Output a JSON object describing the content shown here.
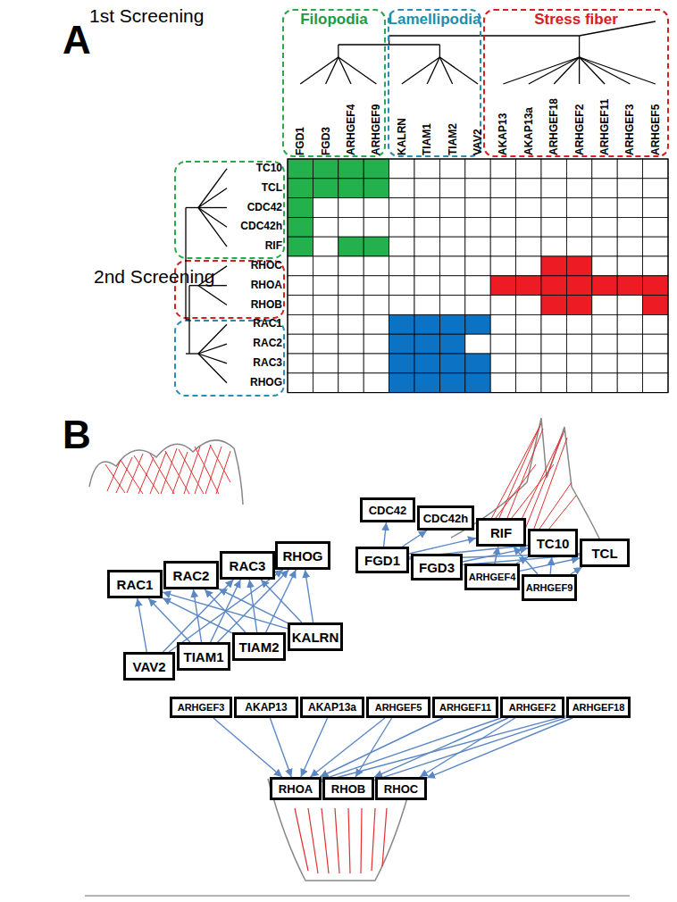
{
  "diagram": {
    "nodes": [
      {
        "text": [
          "Filopodia"
        ]
      },
      {
        "text": [
          "Lamellipodia"
        ]
      },
      {
        "text": [
          "Stress fiber"
        ]
      },
      {
        "text": [
          "RAC1"
        ]
      },
      {
        "text": [
          "RAC2"
        ]
      },
      {
        "text": [
          "RAC3"
        ]
      },
      {
        "text": [
          "RHOG"
        ]
      },
      {
        "text": [
          "CDC42"
        ]
      },
      {
        "text": [
          "CDC42h"
        ]
      },
      {
        "text": [
          "RIF"
        ]
      },
      {
        "text": [
          "TC10"
        ]
      },
      {
        "text": [
          "TCL"
        ]
      },
      {
        "text": [
          "VAV2"
        ]
      },
      {
        "text": [
          "TIAM1"
        ]
      },
      {
        "text": [
          "TIAM2"
        ]
      },
      {
        "text": [
          "KALRN"
        ]
      },
      {
        "text": [
          "FGD1"
        ]
      },
      {
        "text": [
          "FGD3"
        ]
      },
      {
        "text": [
          "ARHGEF4"
        ]
      },
      {
        "text": [
          "ARHGEF9"
        ]
      },
      {
        "text": [
          "ARHGEF3"
        ]
      },
      {
        "text": [
          "AKAP13"
        ]
      },
      {
        "text": [
          "AKAP13a"
        ]
      },
      {
        "text": [
          "ARHGEF5"
        ]
      },
      {
        "text": [
          "ARHGEF11"
        ]
      },
      {
        "text": [
          "ARHGEF2"
        ]
      },
      {
        "text": [
          "ARHGEF18"
        ]
      },
      {
        "text": [
          "RHOA"
        ]
      },
      {
        "text": [
          "RHOB"
        ]
      },
      {
        "text": [
          "RHOC"
        ]
      }
    ],
    "edges": [
      {
        "from": 12,
        "to": 3,
        "arrow": "to"
      },
      {
        "from": 12,
        "to": 5,
        "arrow": "to"
      },
      {
        "from": 12,
        "to": 6,
        "arrow": "to"
      },
      {
        "from": 13,
        "to": 3,
        "arrow": "to"
      },
      {
        "from": 13,
        "to": 4,
        "arrow": "to"
      },
      {
        "from": 13,
        "to": 5,
        "arrow": "to"
      },
      {
        "from": 13,
        "to": 6,
        "arrow": "to"
      },
      {
        "from": 14,
        "to": 3,
        "arrow": "to"
      },
      {
        "from": 14,
        "to": 4,
        "arrow": "to"
      },
      {
        "from": 14,
        "to": 5,
        "arrow": "to"
      },
      {
        "from": 14,
        "to": 6,
        "arrow": "to"
      },
      {
        "from": 15,
        "to": 3,
        "arrow": "to"
      },
      {
        "from": 15,
        "to": 4,
        "arrow": "to"
      },
      {
        "from": 15,
        "to": 5,
        "arrow": "to"
      },
      {
        "from": 15,
        "to": 6,
        "arrow": "to"
      },
      {
        "from": 16,
        "to": 7,
        "arrow": "to"
      },
      {
        "from": 16,
        "to": 8,
        "arrow": "to"
      },
      {
        "from": 16,
        "to": 9,
        "arrow": "to"
      },
      {
        "from": 16,
        "to": 10,
        "arrow": "to"
      },
      {
        "from": 16,
        "to": 11,
        "arrow": "to"
      },
      {
        "from": 17,
        "to": 10,
        "arrow": "to"
      },
      {
        "from": 17,
        "to": 11,
        "arrow": "to"
      },
      {
        "from": 18,
        "to": 9,
        "arrow": "to"
      },
      {
        "from": 18,
        "to": 10,
        "arrow": "to"
      },
      {
        "from": 18,
        "to": 11,
        "arrow": "to"
      },
      {
        "from": 19,
        "to": 9,
        "arrow": "to"
      },
      {
        "from": 19,
        "to": 10,
        "arrow": "to"
      },
      {
        "from": 19,
        "to": 11,
        "arrow": "to"
      },
      {
        "from": 20,
        "to": 27,
        "arrow": "to"
      },
      {
        "from": 21,
        "to": 27,
        "arrow": "to"
      },
      {
        "from": 22,
        "to": 27,
        "arrow": "to"
      },
      {
        "from": 23,
        "to": 27,
        "arrow": "to"
      },
      {
        "from": 23,
        "to": 28,
        "arrow": "to"
      },
      {
        "from": 24,
        "to": 27,
        "arrow": "to"
      },
      {
        "from": 25,
        "to": 27,
        "arrow": "to"
      },
      {
        "from": 25,
        "to": 28,
        "arrow": "to"
      },
      {
        "from": 25,
        "to": 29,
        "arrow": "to"
      },
      {
        "from": 26,
        "to": 27,
        "arrow": "to"
      },
      {
        "from": 26,
        "to": 28,
        "arrow": "to"
      },
      {
        "from": 26,
        "to": 29,
        "arrow": "to"
      }
    ],
    "labels": [
      "A",
      "1st Screening",
      "FGD1",
      "FGD3",
      "ARHGEF4",
      "ARHGEF9",
      "KALRN",
      "TIAM1",
      "TIAM2",
      "VAV2",
      "AKAP13",
      "AKAP13a",
      "ARHGEF18",
      "ARHGEF2",
      "ARHGEF11",
      "ARHGEF3",
      "ARHGEF5",
      "2nd Screening",
      "TC10",
      "TCL",
      "CDC42",
      "CDC42h",
      "RIF",
      "RHOC",
      "RHOA",
      "RHOB",
      "RAC1",
      "RAC2",
      "RAC3",
      "RHOG",
      "B"
    ]
  }
}
